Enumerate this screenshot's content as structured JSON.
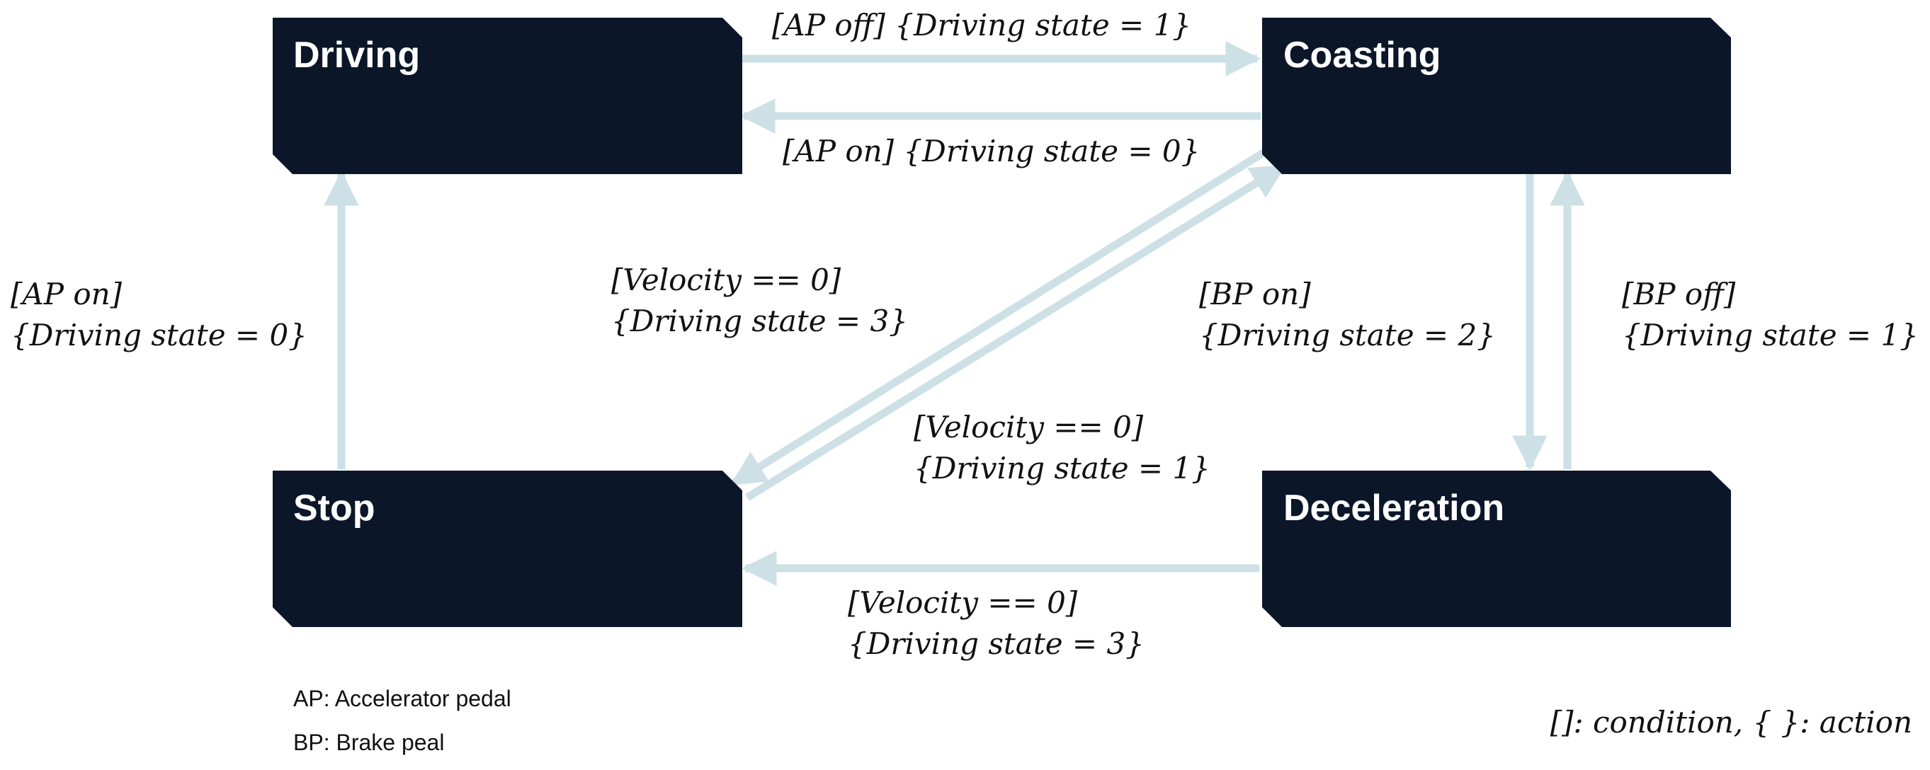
{
  "colors": {
    "state_fill": "#0b1729",
    "arrow": "#cde0e6",
    "text": "#111111",
    "state_text": "#ffffff"
  },
  "states": {
    "driving": "Driving",
    "coasting": "Coasting",
    "stop": "Stop",
    "deceleration": "Deceleration"
  },
  "transitions": {
    "driving_to_coasting": {
      "condition": "[AP off]",
      "action": "{Driving state = 1}"
    },
    "coasting_to_driving": {
      "condition": "[AP on]",
      "action": "{Driving state = 0}"
    },
    "stop_to_driving": {
      "condition": "[AP on]",
      "action": "{Driving state = 0}"
    },
    "coasting_to_stop": {
      "condition": "[Velocity == 0]",
      "action": "{Driving state = 3}"
    },
    "stop_to_coasting": {
      "condition": "[Velocity == 0]",
      "action": "{Driving state = 1}"
    },
    "coasting_to_deceleration": {
      "condition": "[BP on]",
      "action": "{Driving state = 2}"
    },
    "deceleration_to_coasting": {
      "condition": "[BP off]",
      "action": "{Driving state = 1}"
    },
    "deceleration_to_stop": {
      "condition": "[Velocity == 0]",
      "action": "{Driving state = 3}"
    }
  },
  "legend": {
    "ap": "AP: Accelerator pedal",
    "bp": "BP: Brake peal",
    "notation": "[]: condition, { }: action"
  }
}
